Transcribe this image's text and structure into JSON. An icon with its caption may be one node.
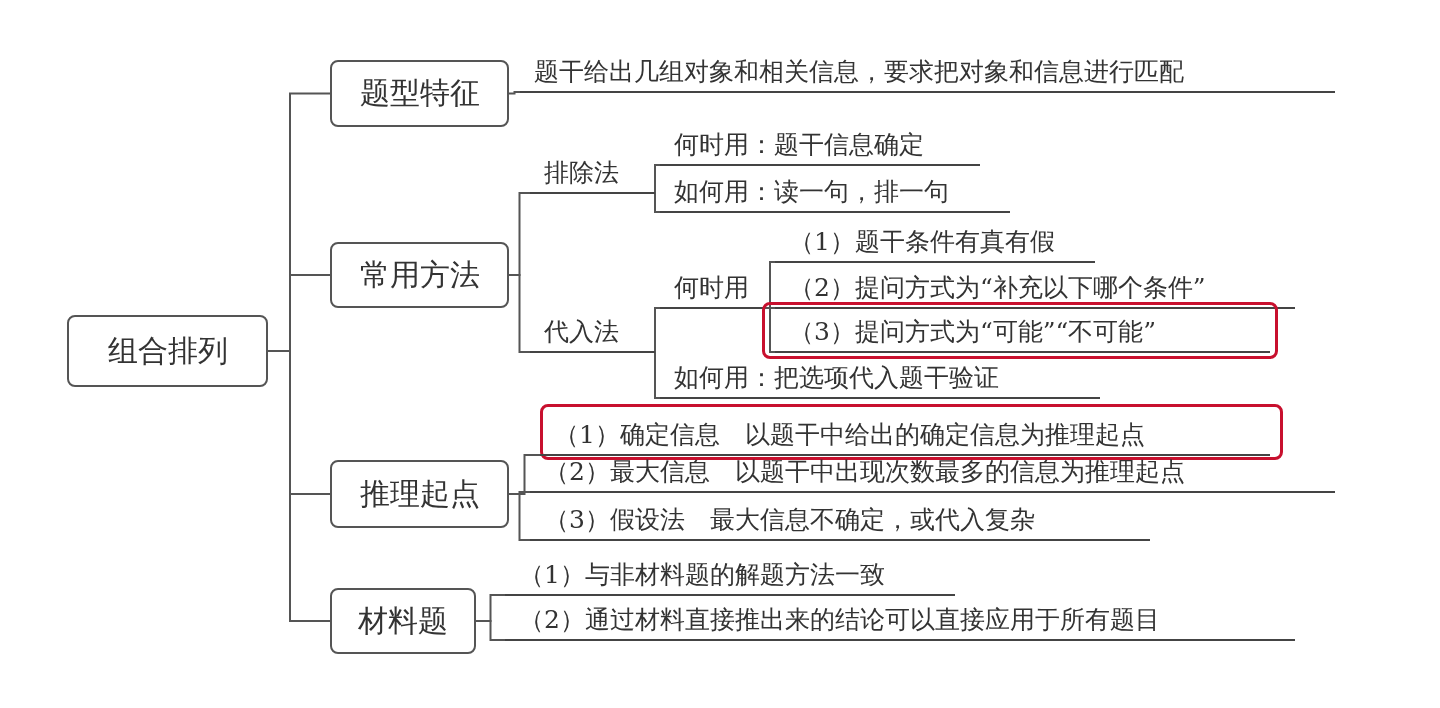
{
  "diagram": {
    "nodes": [
      {
        "text": [
          "组合排列"
        ]
      },
      {
        "text": [
          "题型特征"
        ]
      },
      {
        "text": [
          "题干给出几组对象和相关信息，要求把对象和信息进行匹配"
        ]
      },
      {
        "text": [
          "常用方法"
        ]
      },
      {
        "text": [
          "排除法"
        ]
      },
      {
        "text": [
          "何时用：题干信息确定"
        ]
      },
      {
        "text": [
          "如何用：读一句，排一句"
        ]
      },
      {
        "text": [
          "代入法"
        ]
      },
      {
        "text": [
          "何时用"
        ]
      },
      {
        "text": [
          "（1）题干条件有真有假"
        ]
      },
      {
        "text": [
          "（2）提问方式为“补充以下哪个条件”"
        ]
      },
      {
        "text": [],
        "shape": "box"
      },
      {
        "text": [
          "（3）提问方式为“可能”“不可能”"
        ],
        "in": 11
      },
      {
        "text": [
          "如何用：把选项代入题干验证"
        ]
      },
      {
        "text": [
          "推理起点"
        ]
      },
      {
        "text": [],
        "shape": "box"
      },
      {
        "text": [
          "（1）确定信息　以题干中给出的确定信息为推理起点"
        ],
        "in": 15
      },
      {
        "text": [
          "（2）最大信息　以题干中出现次数最多的信息为推理起点"
        ]
      },
      {
        "text": [
          "（3）假设法　最大信息不确定，或代入复杂"
        ]
      },
      {
        "text": [
          "材料题"
        ]
      },
      {
        "text": [
          "（1）与非材料题的解题方法一致"
        ]
      },
      {
        "text": [
          "（2）通过材料直接推出来的结论可以直接应用于所有题目"
        ]
      }
    ],
    "edges": [
      {
        "from": 0,
        "to": 1,
        "arrow": "none"
      },
      {
        "from": 0,
        "to": 3,
        "arrow": "none"
      },
      {
        "from": 0,
        "to": 14,
        "arrow": "none"
      },
      {
        "from": 0,
        "to": 19,
        "arrow": "none"
      },
      {
        "from": 1,
        "to": 2,
        "arrow": "none"
      },
      {
        "from": 3,
        "to": 4,
        "arrow": "none"
      },
      {
        "from": 3,
        "to": 7,
        "arrow": "none"
      },
      {
        "from": 4,
        "to": 5,
        "arrow": "none"
      },
      {
        "from": 4,
        "to": 6,
        "arrow": "none"
      },
      {
        "from": 7,
        "to": 8,
        "arrow": "none"
      },
      {
        "from": 7,
        "to": 13,
        "arrow": "none"
      },
      {
        "from": 8,
        "to": 9,
        "arrow": "none"
      },
      {
        "from": 8,
        "to": 10,
        "arrow": "none"
      },
      {
        "from": 8,
        "to": 12,
        "arrow": "none"
      },
      {
        "from": 14,
        "to": 16,
        "arrow": "none"
      },
      {
        "from": 14,
        "to": 17,
        "arrow": "none"
      },
      {
        "from": 14,
        "to": 18,
        "arrow": "none"
      },
      {
        "from": 19,
        "to": 20,
        "arrow": "none"
      },
      {
        "from": 19,
        "to": 21,
        "arrow": "none"
      }
    ]
  }
}
